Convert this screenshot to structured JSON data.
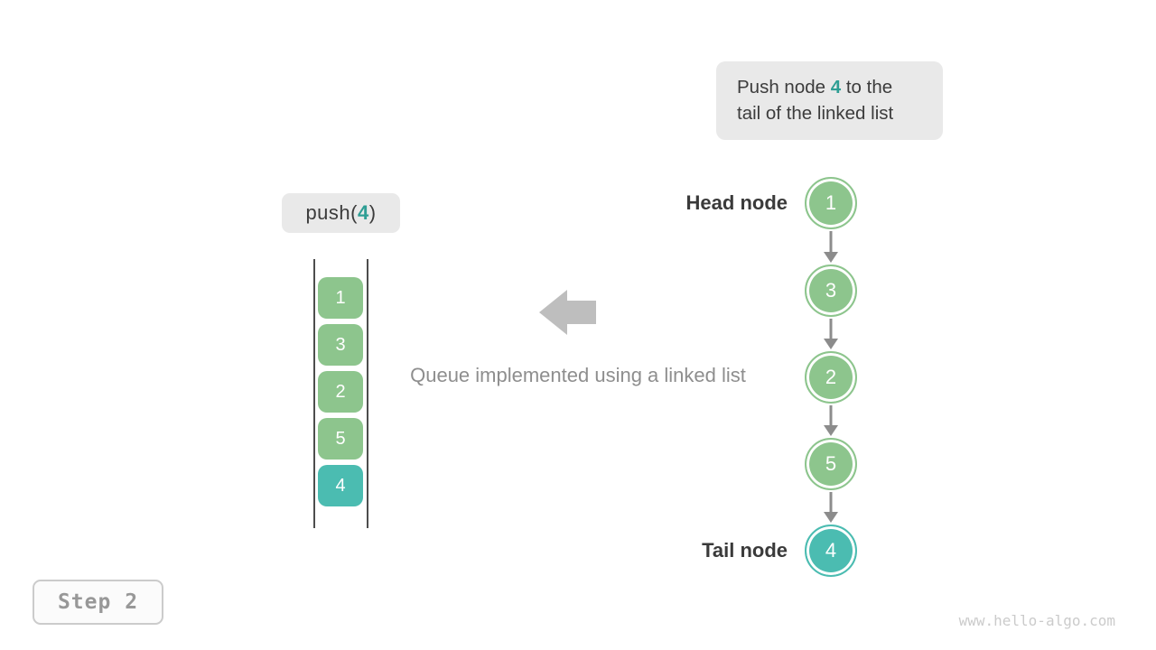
{
  "colors": {
    "node_green": "#8dc58d",
    "node_teal": "#4bbcb1",
    "accent_text_teal": "#2e9e94",
    "chip_background": "#e9e9e9",
    "dark_text": "#3c3c3c",
    "caption_gray": "#8e8e8e",
    "block_arrow_gray": "#bebebe",
    "connector_gray": "#8c8c8c"
  },
  "callout": {
    "line1_pre": "Push node ",
    "highlight": "4",
    "line1_post": " to the",
    "line2": "tail of the linked list"
  },
  "operation": {
    "pre": "push(",
    "arg": "4",
    "post": ")"
  },
  "stack": {
    "items": [
      {
        "value": "1"
      },
      {
        "value": "3"
      },
      {
        "value": "2"
      },
      {
        "value": "5"
      },
      {
        "value": "4"
      }
    ]
  },
  "caption": {
    "text": "Queue implemented using a linked list"
  },
  "list": {
    "head_label": "Head node",
    "tail_label": "Tail node",
    "nodes": [
      {
        "value": "1"
      },
      {
        "value": "3"
      },
      {
        "value": "2"
      },
      {
        "value": "5"
      },
      {
        "value": "4"
      }
    ]
  },
  "step": {
    "label": "Step 2"
  },
  "footer": {
    "watermark": "www.hello-algo.com"
  }
}
